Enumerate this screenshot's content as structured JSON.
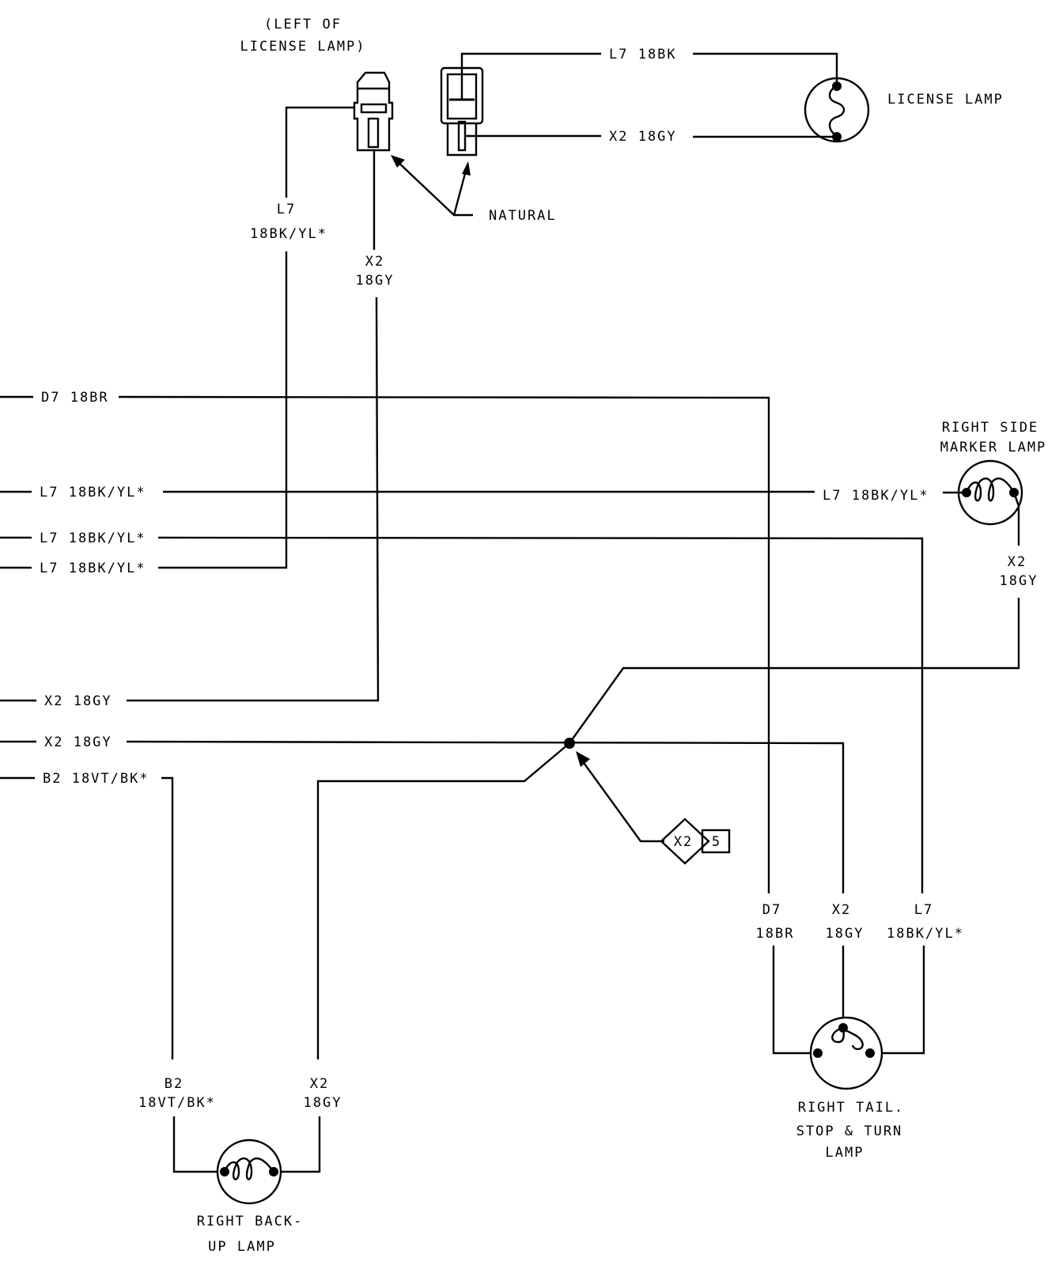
{
  "connectors": {
    "left_of_license_lamp": [
      "(LEFT OF",
      "LICENSE LAMP)"
    ],
    "natural": "NATURAL"
  },
  "components": {
    "license_lamp": "LICENSE LAMP",
    "right_side_marker_lamp": [
      "RIGHT SIDE",
      "MARKER LAMP"
    ],
    "right_tail_lamp": [
      "RIGHT TAIL.",
      "STOP & TURN",
      "LAMP"
    ],
    "right_backup_lamp": [
      "RIGHT BACK-",
      "UP LAMP"
    ],
    "splice": {
      "id": "X2",
      "number": "5"
    }
  },
  "wire_labels": {
    "l7_18bk_top": "L7 18BK",
    "x2_18gy_top": "X2 18GY",
    "l7_vert": [
      "L7",
      "18BK/YL*"
    ],
    "x2_vert": [
      "X2",
      "18GY"
    ],
    "left_d7": "D7 18BR",
    "left_l7_a": "L7 18BK/YL*",
    "left_l7_b": "L7 18BK/YL*",
    "left_l7_c": "L7 18BK/YL*",
    "left_x2_a": "X2 18GY",
    "left_x2_b": "X2 18GY",
    "left_b2": "B2 18VT/BK*",
    "marker_l7": "L7 18BK/YL*",
    "marker_x2": [
      "X2",
      "18GY"
    ],
    "tail_d7": [
      "D7",
      "18BR"
    ],
    "tail_x2": [
      "X2",
      "18GY"
    ],
    "tail_l7": [
      "L7",
      "18BK/YL*"
    ],
    "backup_b2": [
      "B2",
      "18VT/BK*"
    ],
    "backup_x2": [
      "X2",
      "18GY"
    ]
  }
}
